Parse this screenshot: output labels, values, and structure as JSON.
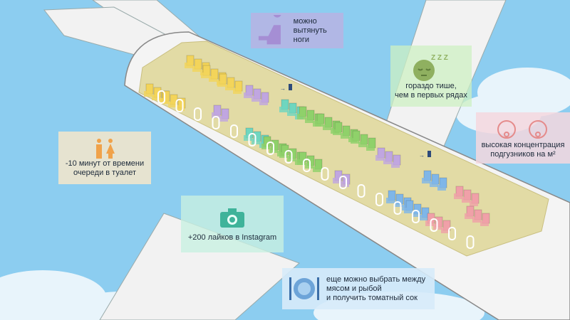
{
  "colors": {
    "sky": "#8ccdf0",
    "fuselage": "#f4f4f4",
    "floor": "#e2dba5",
    "seat_yellow": "#f3d45a",
    "seat_purple": "#c0a6e0",
    "seat_green": "#8fd16a",
    "seat_teal": "#6fd6bf",
    "seat_blue": "#7fb6e8",
    "seat_pink": "#f0a0a8"
  },
  "cards": {
    "legroom": {
      "icon": "sitting-person-icon",
      "text": "можно\nвытянуть ноги"
    },
    "quiet": {
      "icon": "sleeping-face-icon",
      "zzz": "Z Z Z",
      "text": "гораздо тише,\nчем в первых рядах"
    },
    "babies": {
      "icon": "baby-face-icon",
      "text": "высокая концентрация\nподгузников на м²"
    },
    "toilet": {
      "icon": "toilet-people-icon",
      "text": "-10 минут от времени\nочереди в туалет"
    },
    "instagram": {
      "icon": "camera-icon",
      "text": "+200 лайков в Instagram"
    },
    "meal": {
      "icon": "plate-cutlery-icon",
      "text": "еще можно выбрать между\nмясом и рыбой\nи получить томатный сок"
    }
  }
}
